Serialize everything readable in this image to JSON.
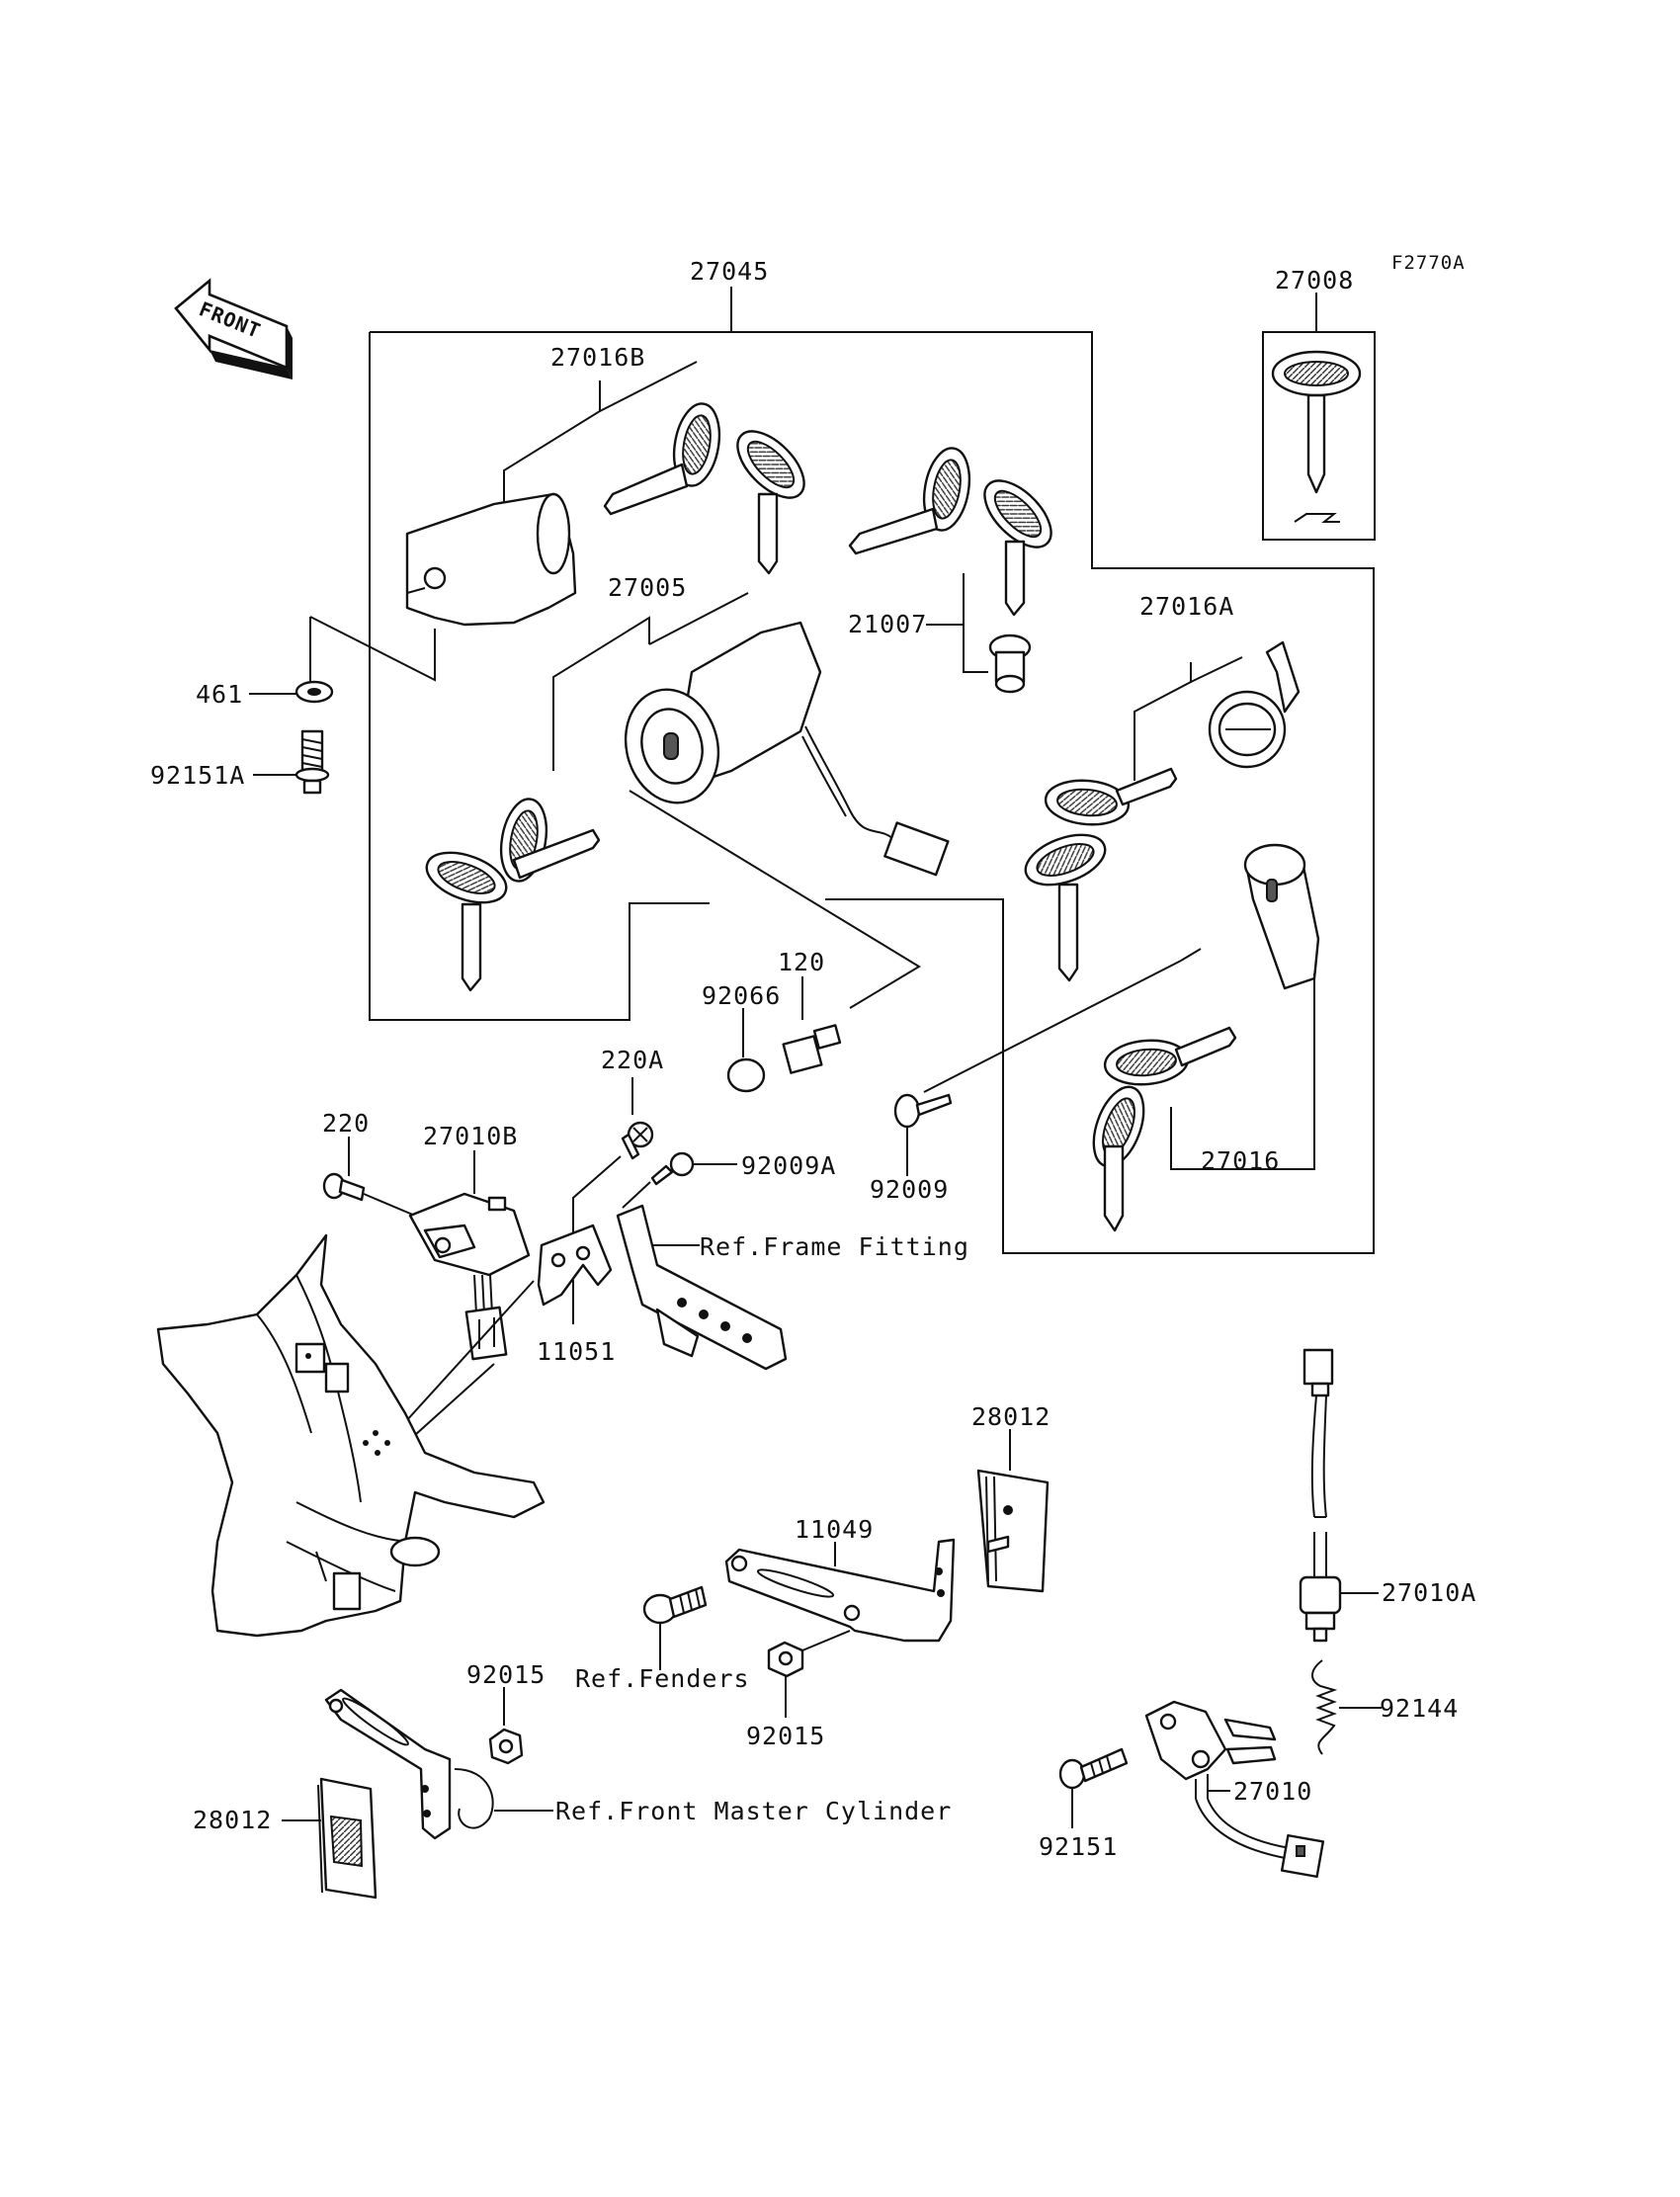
{
  "diagram_code": "F2770A",
  "front_label": "FRONT",
  "parts": {
    "p27045": "27045",
    "p27008": "27008",
    "p27016B": "27016B",
    "p27005": "27005",
    "p21007": "21007",
    "p27016A": "27016A",
    "p461": "461",
    "p92151A": "92151A",
    "p120": "120",
    "p92066": "92066",
    "p220A": "220A",
    "p220": "220",
    "p27010B": "27010B",
    "p92009A": "92009A",
    "p92009": "92009",
    "p27016": "27016",
    "p11051": "11051",
    "p28012_top": "28012",
    "p11049": "11049",
    "p27010A": "27010A",
    "p92015_left": "92015",
    "p92015_mid": "92015",
    "p92144": "92144",
    "p27010": "27010",
    "p28012_bottom": "28012",
    "p92151": "92151"
  },
  "refs": {
    "frame_fitting": "Ref.Frame Fitting",
    "fenders": "Ref.Fenders",
    "front_master_cylinder": "Ref.Front Master Cylinder"
  }
}
